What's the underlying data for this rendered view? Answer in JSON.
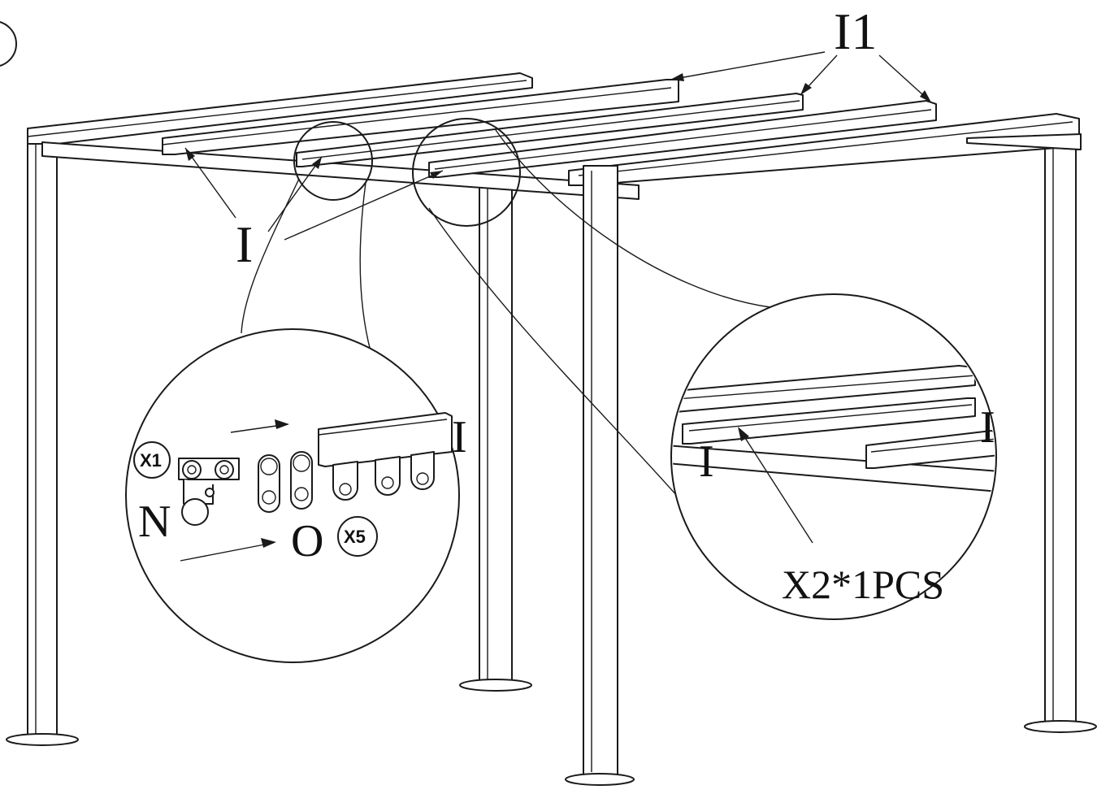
{
  "labels": {
    "top_part": "I1",
    "beam_part": "I",
    "bracket_part": "N",
    "plate_part": "O",
    "qty_bracket": "X1",
    "qty_plate": "X5",
    "detail_right_left": "I",
    "detail_right_right": "I",
    "detail_left_beam": "I",
    "pieces": "X2*1PCS"
  },
  "colors": {
    "line": "#1a1a1a",
    "background": "#ffffff"
  }
}
